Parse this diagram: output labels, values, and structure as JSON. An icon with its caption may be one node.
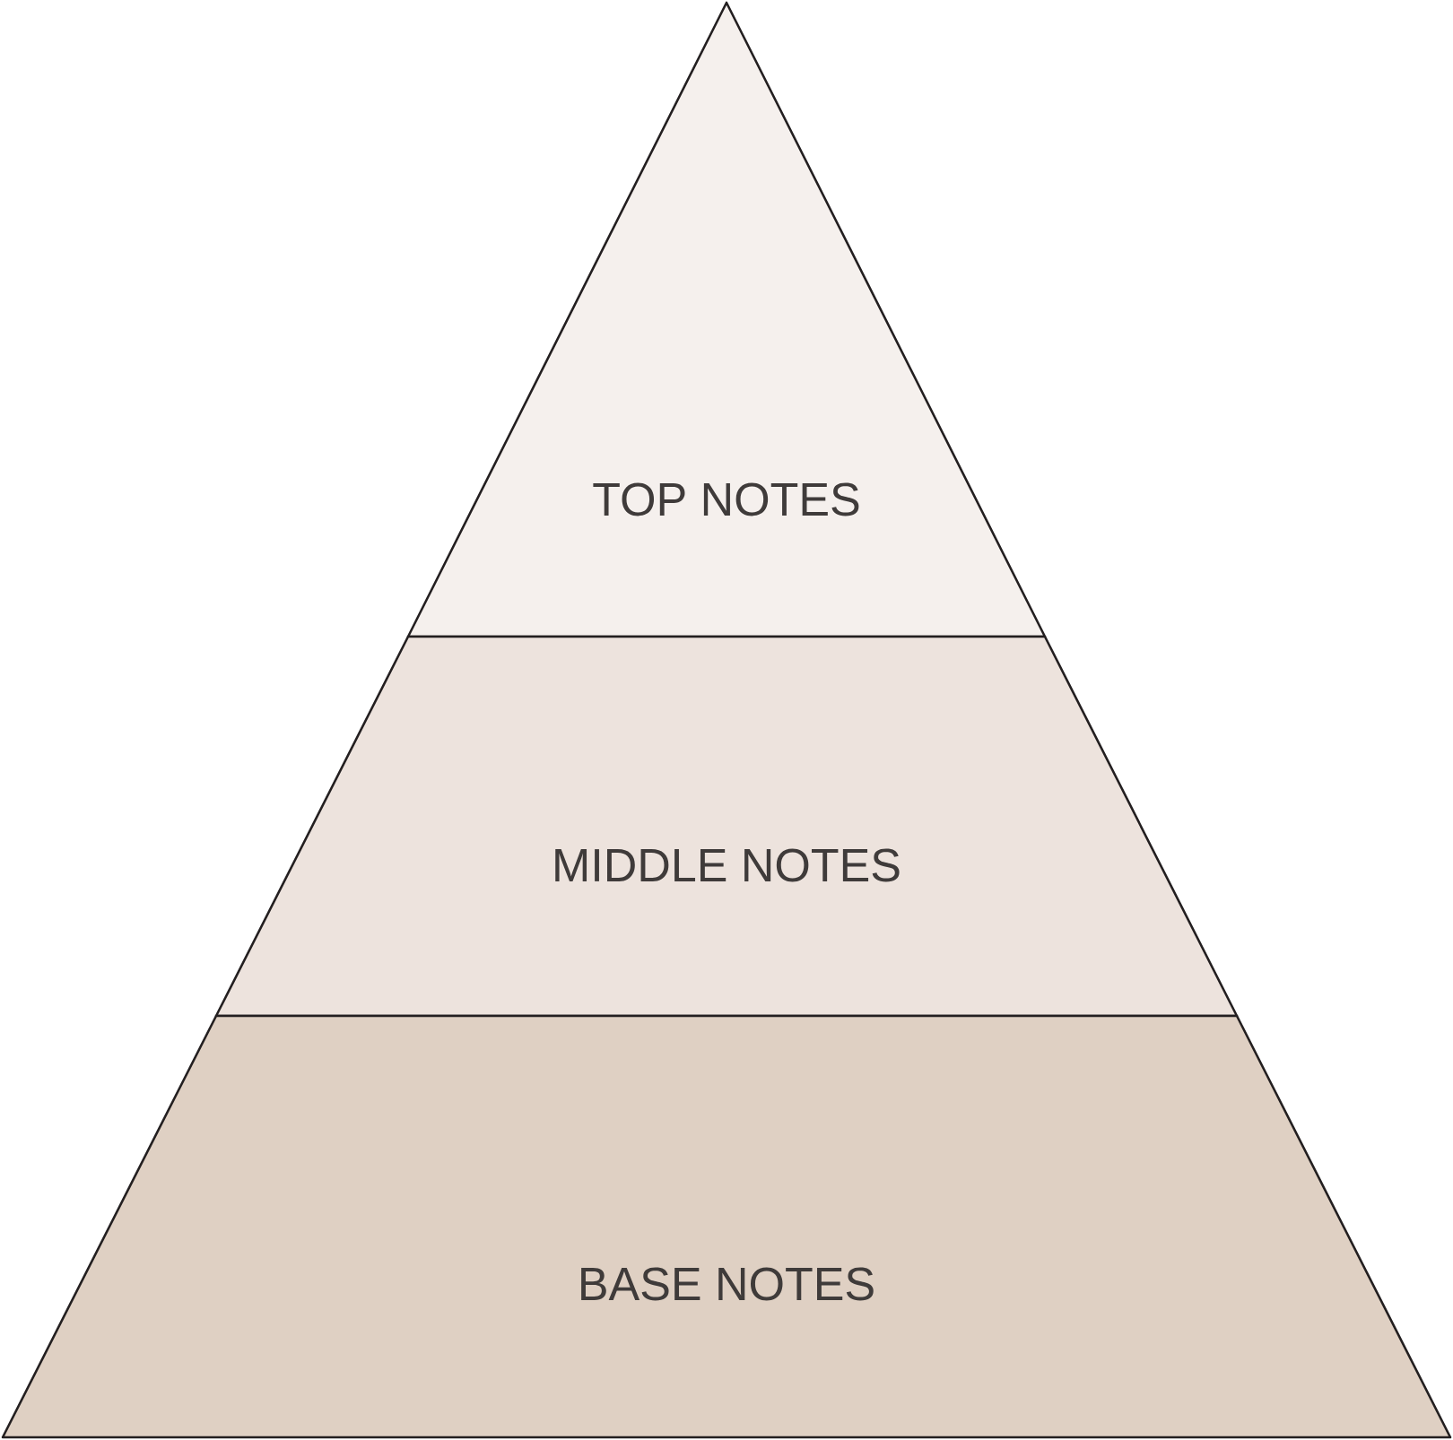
{
  "diagram": {
    "nodes": [
      {
        "text": [
          "TOP NOTES"
        ]
      },
      {
        "text": [
          "MIDDLE NOTES"
        ]
      },
      {
        "text": [
          "BASE NOTES"
        ]
      }
    ]
  }
}
